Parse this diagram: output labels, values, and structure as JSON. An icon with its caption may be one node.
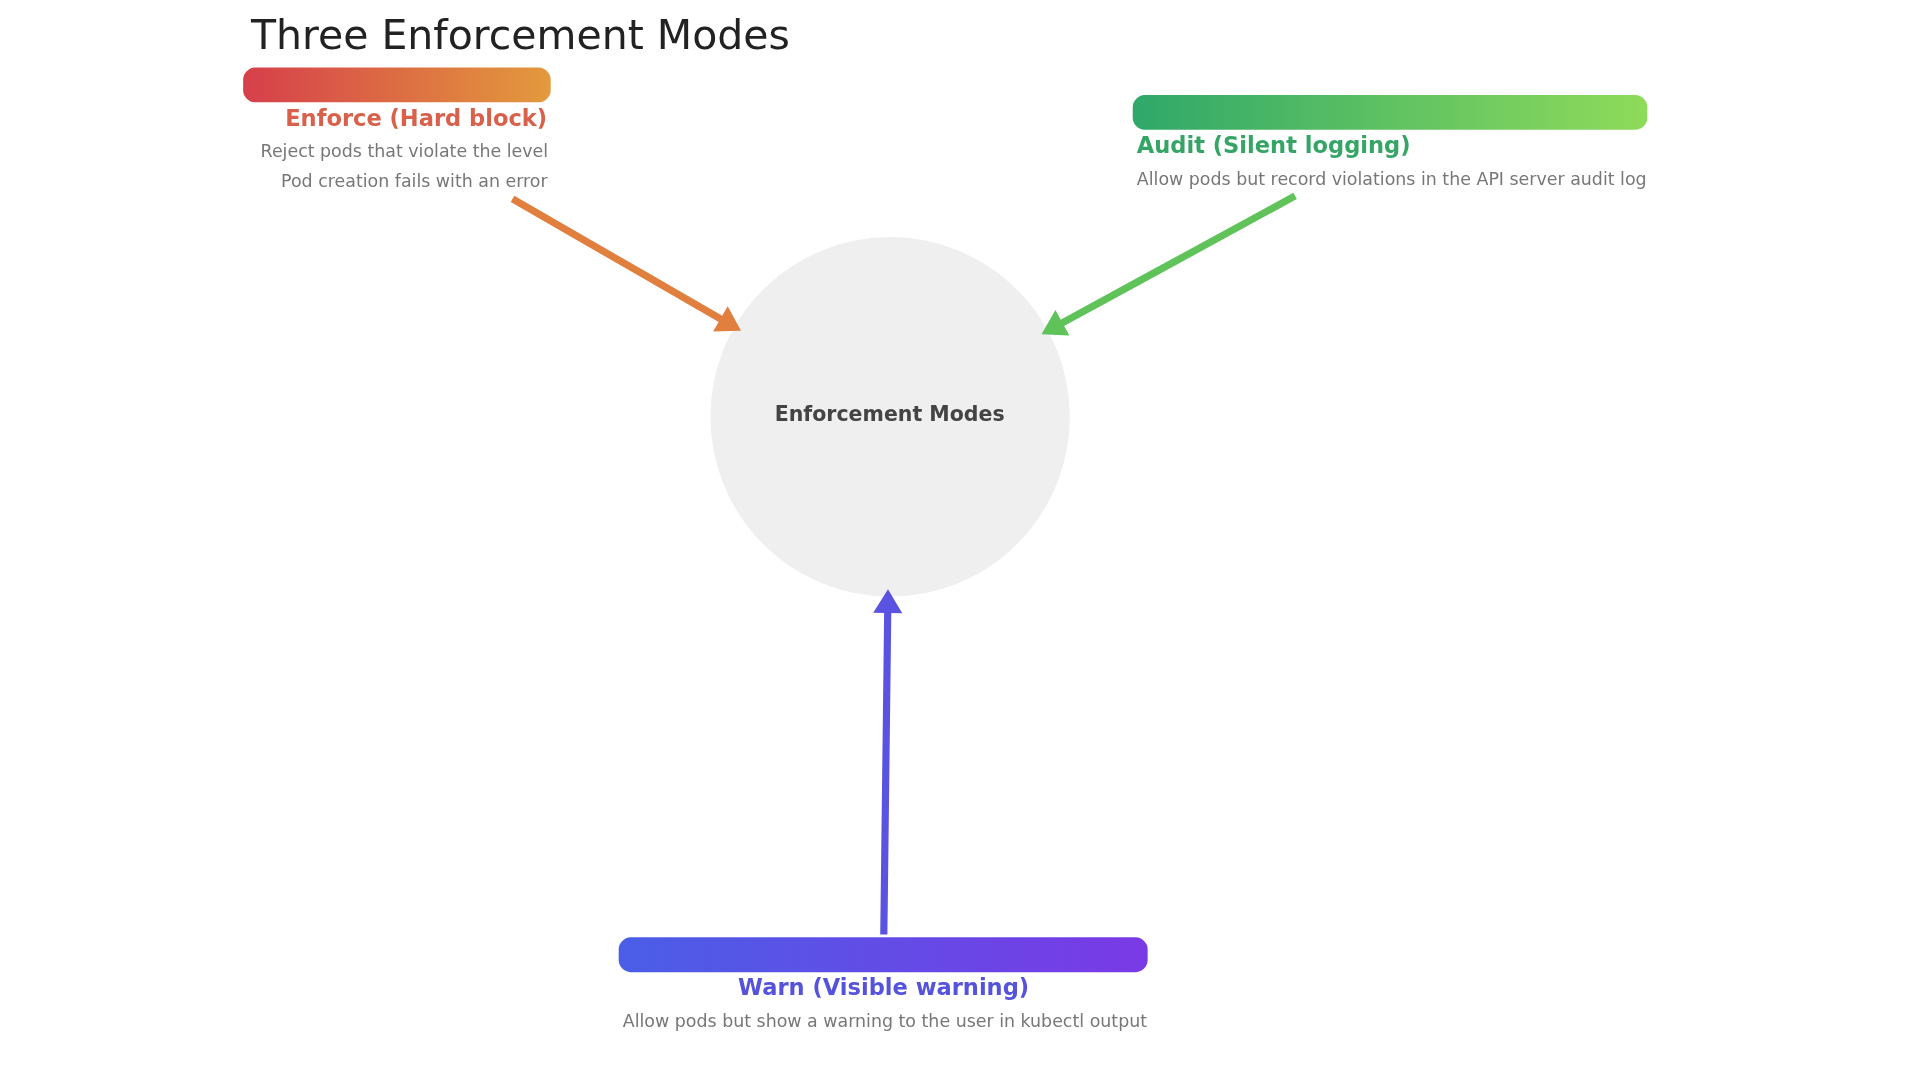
{
  "diagram": {
    "title": "Three Enforcement Modes",
    "nodes": [
      {
        "text": [
          "Enforce (Hard block)",
          "Reject pods that violate the level",
          "Pod creation fails with an error"
        ]
      },
      {
        "text": [
          "Audit (Silent logging)",
          "Allow pods but record violations in the API server audit log"
        ]
      },
      {
        "text": [
          "Enforcement Modes"
        ]
      },
      {
        "text": [
          "Warn (Visible warning)",
          "Allow pods but show a warning to the user in kubectl output"
        ]
      }
    ],
    "edges": [
      {
        "from": 0,
        "to": 2,
        "arrow": "to",
        "color": "#e07f3e"
      },
      {
        "from": 1,
        "to": 2,
        "arrow": "to",
        "color": "#5fc35a"
      },
      {
        "from": 3,
        "to": 2,
        "arrow": "to",
        "color": "#5a52e0"
      }
    ]
  }
}
